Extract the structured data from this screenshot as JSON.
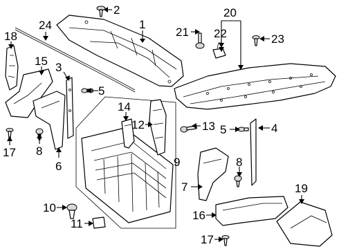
{
  "diagram": {
    "callouts": [
      {
        "id": "1",
        "label": "1"
      },
      {
        "id": "2",
        "label": "2"
      },
      {
        "id": "3",
        "label": "3"
      },
      {
        "id": "4",
        "label": "4"
      },
      {
        "id": "5a",
        "label": "5"
      },
      {
        "id": "5b",
        "label": "5"
      },
      {
        "id": "6",
        "label": "6"
      },
      {
        "id": "7",
        "label": "7"
      },
      {
        "id": "8a",
        "label": "8"
      },
      {
        "id": "8b",
        "label": "8"
      },
      {
        "id": "9",
        "label": "9"
      },
      {
        "id": "10",
        "label": "10"
      },
      {
        "id": "11",
        "label": "11"
      },
      {
        "id": "12",
        "label": "12"
      },
      {
        "id": "13",
        "label": "13"
      },
      {
        "id": "14",
        "label": "14"
      },
      {
        "id": "15",
        "label": "15"
      },
      {
        "id": "16",
        "label": "16"
      },
      {
        "id": "17a",
        "label": "17"
      },
      {
        "id": "17b",
        "label": "17"
      },
      {
        "id": "18",
        "label": "18"
      },
      {
        "id": "19",
        "label": "19"
      },
      {
        "id": "20",
        "label": "20"
      },
      {
        "id": "21",
        "label": "21"
      },
      {
        "id": "22",
        "label": "22"
      },
      {
        "id": "23",
        "label": "23"
      },
      {
        "id": "24",
        "label": "24"
      }
    ]
  }
}
